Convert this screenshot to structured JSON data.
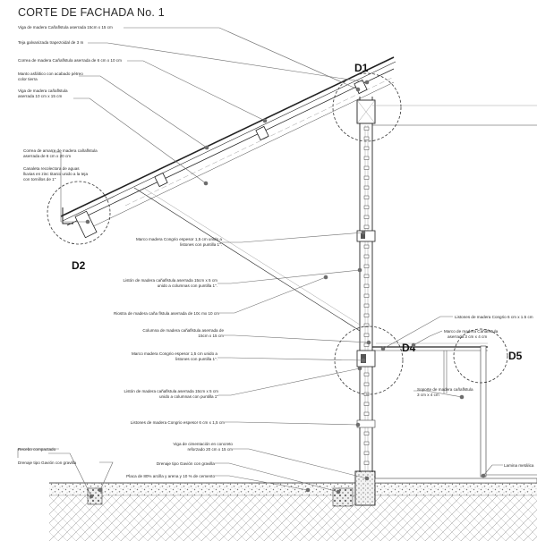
{
  "title": "CORTE DE FACHADA No. 1",
  "details": {
    "d1": "D1",
    "d2": "D2",
    "d4": "D4",
    "d5": "D5"
  },
  "annotations": {
    "viga_roof": "Viga de madera Cañaflstula aserrada  15cm x 15 cm",
    "teja": "Teja galvanizada trapezoidal de 3 m",
    "correa": "Correa de madera Cañaflstula aserrada de 6 cm x 10 cm",
    "manto_1": "Manto asfáltico con acabado pétreo",
    "manto_2": "color tierra",
    "viga_rafter_1": "Viga de madera cañaflstula",
    "viga_rafter_2": "aserrada 10 cm x 15 cm",
    "correa_amarre_1": "Correa de amarre de madera cañaflstula",
    "correa_amarre_2": "aserrada de 6 cm x 20 cm",
    "canaleta_1": "Canaleta recolectora de aguas",
    "canaleta_2": "lluvias en zinc titanio unido a la teja",
    "canaleta_3": "con tornillos de 1\"",
    "marco_top_1": "Marco madera Congrio espesor 1,5 cm unido a",
    "marco_top_2": "listones con puntilla 1\".",
    "liston_top_1": "Listón de madera cañaflstula aserrada  15cm x 5 cm",
    "liston_top_2": "unido a columnas con puntilla 1\".",
    "riostra": "Riostra de madera caña flstula aserrada de 10c mx 10 cm",
    "columna_1": "Columna de madera cañaflstula aserrada de",
    "columna_2": "15cm x 15 cm",
    "marco_mid_1": "Marco madera Congrio espesor 1,5 cm unido a",
    "marco_mid_2": "listones con puntilla 1\".",
    "liston_mid_1": "Listón de madera cañaflstula aserrada  15cm x 5 cm",
    "liston_mid_2": "unido a columnas con puntilla 1\"",
    "listones_congrio": "Listones de madera  Congrio espesor 6 cm x 1,5 cm",
    "listones_right": "Listones de madera Congrio 6 cm x 1.5 cm",
    "marco_right_1": "Marco de madera Cañaflstula",
    "marco_right_2": "aserrada 3 cm x 4 cm",
    "soporte_1": "Soporte de madera cañaflstula",
    "soporte_2": "3 cm x 4 cm",
    "recebo": "Recebo compactado",
    "drenaje_left": "Drenaje tipo Gavión con gravilla",
    "viga_cim_1": "Viga de cimentación en concreto",
    "viga_cim_2": "reforzado 20 cm x 15 cm",
    "drenaje_mid": "Drenaje tipo Gavión con gravilla",
    "placa": "Placa de 80% arcilla y  arena  y  10 % de cemento",
    "lamina": "Lamina metálica"
  }
}
